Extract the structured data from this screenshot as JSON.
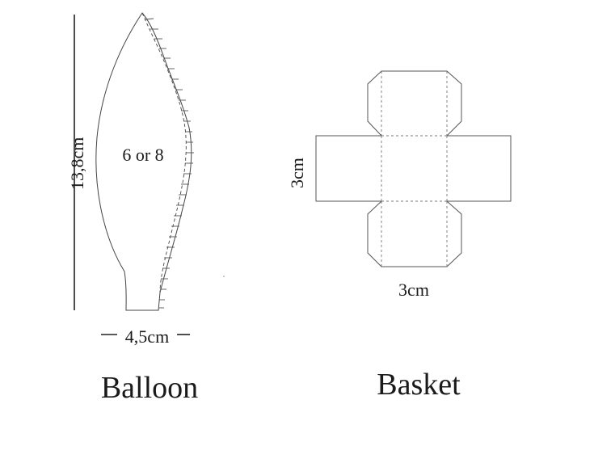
{
  "balloon": {
    "title": "Balloon",
    "height_label": "13,8cm",
    "width_label": "4,5cm",
    "count_label": "6 or 8"
  },
  "basket": {
    "title": "Basket",
    "side_label": "3cm",
    "bottom_label": "3cm"
  }
}
